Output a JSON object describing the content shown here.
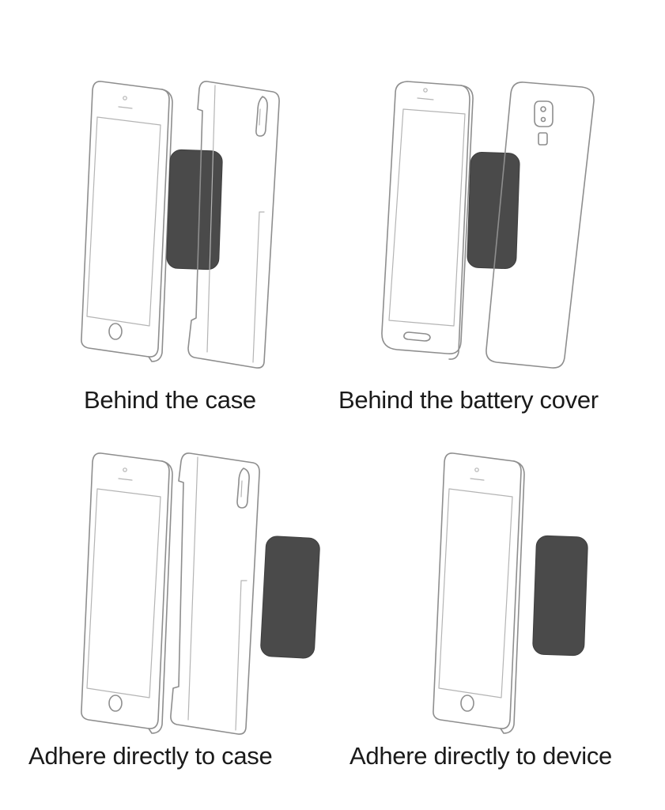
{
  "panels": [
    {
      "caption": "Behind the case"
    },
    {
      "caption": "Behind the battery cover"
    },
    {
      "caption": "Adhere directly to case"
    },
    {
      "caption": "Adhere directly to device"
    }
  ],
  "colors": {
    "outline": "#8e8e8e",
    "plate": "#4a4a4a",
    "caption_text": "#1a1a1a",
    "background": "#ffffff"
  }
}
